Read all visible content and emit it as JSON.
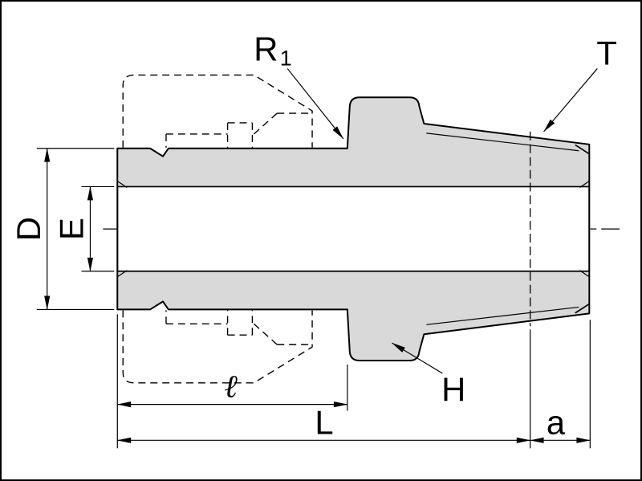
{
  "drawing": {
    "labels": {
      "radius": {
        "letter": "R",
        "subscript": "1"
      },
      "thread": "T",
      "outer_diameter": "D",
      "bore_diameter": "E",
      "hex": "H",
      "body_length": "ℓ",
      "overall_length": "L",
      "thread_length": "a"
    },
    "colors": {
      "body_fill": "#d9d9d9",
      "line": "#000000",
      "background": "#ffffff"
    }
  }
}
